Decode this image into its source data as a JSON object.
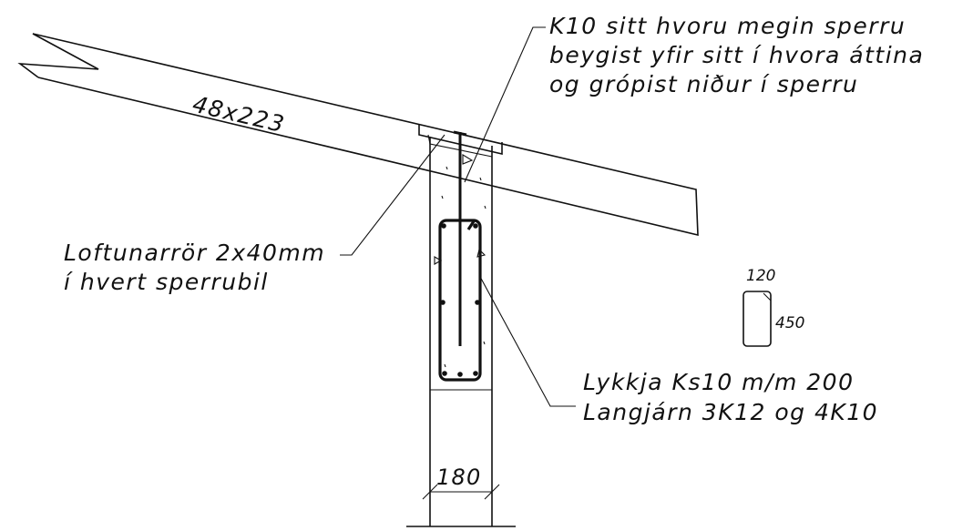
{
  "rafter": {
    "size_label": "48x223"
  },
  "note_top": {
    "line1": "K10 sitt hvoru megin sperru",
    "line2": "beygist yfir sitt í hvora áttina",
    "line3": "og grópist niður í sperru"
  },
  "note_vent": {
    "line1": "Loftunarrör 2x40mm",
    "line2": "í hvert sperrubil"
  },
  "note_rebar": {
    "line1": "Lykkja Ks10 m/m 200",
    "line2": "Langjárn 3K12 og 4K10"
  },
  "stirrup_detail": {
    "width_label": "120",
    "height_label": "450"
  },
  "wall": {
    "thickness_label": "180"
  }
}
